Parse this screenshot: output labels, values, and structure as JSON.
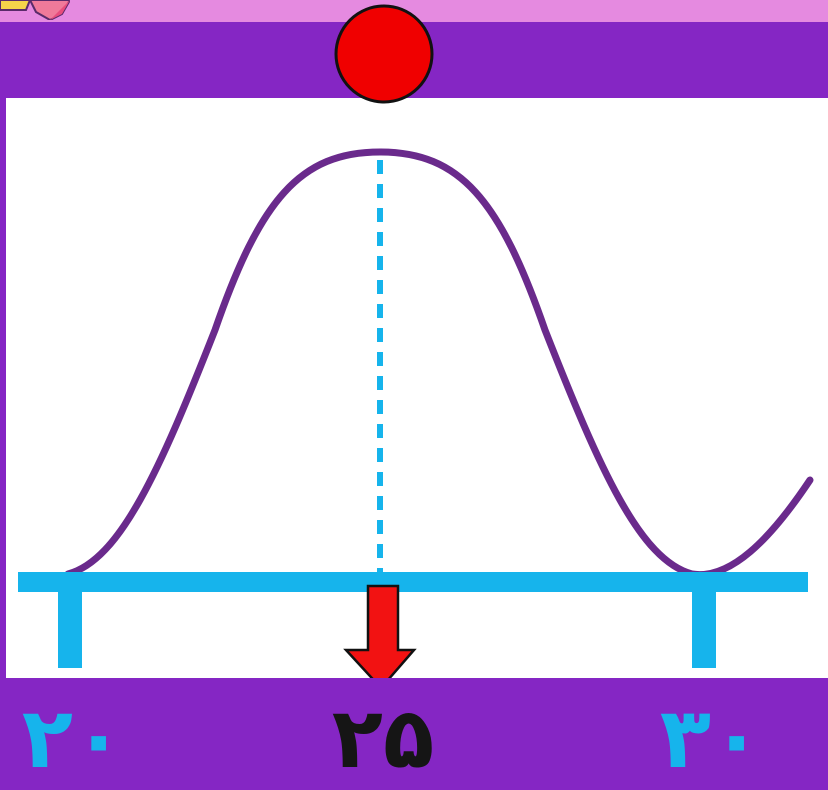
{
  "diagram": {
    "tick_labels": {
      "left": "۲۰",
      "center": "۲۵",
      "right": "۳۰"
    },
    "colors": {
      "background": "#8526c4",
      "top_strip": "#e58ae0",
      "panel": "#ffffff",
      "curve": "#6a2a8c",
      "axis": "#16b4ec",
      "marker": "#e81010",
      "arrow": "#e81010",
      "center_label": "#151515",
      "side_labels": "#16b4ec"
    },
    "icons": [
      "pencil-icon",
      "red-circle-marker",
      "down-arrow-icon"
    ]
  }
}
